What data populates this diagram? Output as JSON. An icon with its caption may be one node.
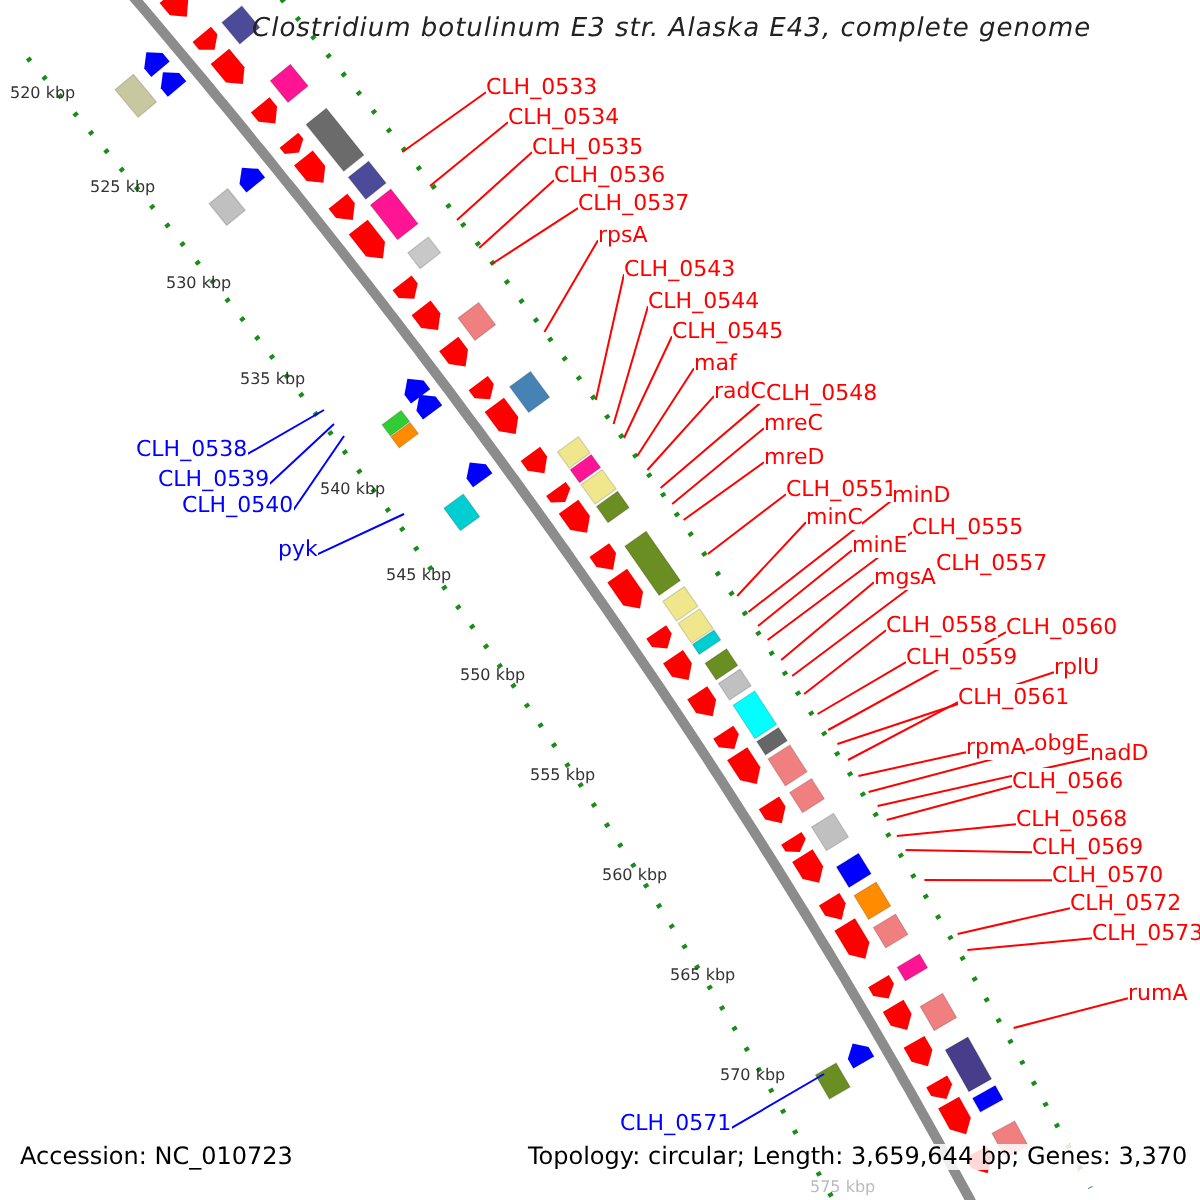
{
  "diagram": {
    "title": "Clostridium botulinum E3 str. Alaska E43, complete genome",
    "nodes": [
      {
        "text": [
          "CLH_0533"
        ]
      },
      {
        "text": [
          "CLH_0534"
        ]
      },
      {
        "text": [
          "CLH_0535"
        ]
      },
      {
        "text": [
          "CLH_0536"
        ]
      },
      {
        "text": [
          "CLH_0537"
        ]
      },
      {
        "text": [
          "rpsA"
        ]
      },
      {
        "text": [
          "CLH_0543"
        ]
      },
      {
        "text": [
          "CLH_0544"
        ]
      },
      {
        "text": [
          "CLH_0545"
        ]
      },
      {
        "text": [
          "maf"
        ]
      },
      {
        "text": [
          "radC"
        ]
      },
      {
        "text": [
          "CLH_0548"
        ]
      },
      {
        "text": [
          "mreC"
        ]
      },
      {
        "text": [
          "mreD"
        ]
      },
      {
        "text": [
          "CLH_0551"
        ]
      },
      {
        "text": [
          "minC"
        ]
      },
      {
        "text": [
          "minD"
        ]
      },
      {
        "text": [
          "minE"
        ]
      },
      {
        "text": [
          "CLH_0555"
        ]
      },
      {
        "text": [
          "mgsA"
        ]
      },
      {
        "text": [
          "CLH_0557"
        ]
      },
      {
        "text": [
          "CLH_0558"
        ]
      },
      {
        "text": [
          "CLH_0559"
        ]
      },
      {
        "text": [
          "CLH_0560"
        ]
      },
      {
        "text": [
          "rplU"
        ]
      },
      {
        "text": [
          "CLH_0561"
        ]
      },
      {
        "text": [
          "rpmA"
        ]
      },
      {
        "text": [
          "obgE"
        ]
      },
      {
        "text": [
          "nadD"
        ]
      },
      {
        "text": [
          "CLH_0566"
        ]
      },
      {
        "text": [
          "CLH_0568"
        ]
      },
      {
        "text": [
          "CLH_0569"
        ]
      },
      {
        "text": [
          "CLH_0570"
        ]
      },
      {
        "text": [
          "CLH_0572"
        ]
      },
      {
        "text": [
          "CLH_0573"
        ]
      },
      {
        "text": [
          "rumA"
        ]
      },
      {
        "text": [
          "CLH_0538"
        ]
      },
      {
        "text": [
          "CLH_0539"
        ]
      },
      {
        "text": [
          "CLH_0540"
        ]
      },
      {
        "text": [
          "pyk"
        ]
      },
      {
        "text": [
          "CLH_0571"
        ]
      }
    ],
    "edges": [
      {
        "from": 0,
        "to": null,
        "arrow": "none"
      },
      {
        "from": 1,
        "to": null,
        "arrow": "none"
      },
      {
        "from": 2,
        "to": null,
        "arrow": "none"
      },
      {
        "from": 3,
        "to": null,
        "arrow": "none"
      },
      {
        "from": 4,
        "to": null,
        "arrow": "none"
      },
      {
        "from": 5,
        "to": null,
        "arrow": "none"
      },
      {
        "from": 6,
        "to": null,
        "arrow": "none"
      },
      {
        "from": 7,
        "to": null,
        "arrow": "none"
      },
      {
        "from": 8,
        "to": null,
        "arrow": "none"
      },
      {
        "from": 9,
        "to": null,
        "arrow": "none"
      },
      {
        "from": 10,
        "to": null,
        "arrow": "none"
      },
      {
        "from": 11,
        "to": null,
        "arrow": "none"
      },
      {
        "from": 12,
        "to": null,
        "arrow": "none"
      },
      {
        "from": 13,
        "to": null,
        "arrow": "none"
      },
      {
        "from": 14,
        "to": null,
        "arrow": "none"
      },
      {
        "from": 15,
        "to": null,
        "arrow": "none"
      },
      {
        "from": 16,
        "to": null,
        "arrow": "none"
      },
      {
        "from": 17,
        "to": null,
        "arrow": "none"
      },
      {
        "from": 18,
        "to": null,
        "arrow": "none"
      },
      {
        "from": 19,
        "to": null,
        "arrow": "none"
      },
      {
        "from": 20,
        "to": null,
        "arrow": "none"
      },
      {
        "from": 21,
        "to": null,
        "arrow": "none"
      },
      {
        "from": 22,
        "to": null,
        "arrow": "none"
      },
      {
        "from": 23,
        "to": null,
        "arrow": "none"
      },
      {
        "from": 24,
        "to": null,
        "arrow": "none"
      },
      {
        "from": 25,
        "to": null,
        "arrow": "none"
      },
      {
        "from": 26,
        "to": null,
        "arrow": "none"
      },
      {
        "from": 27,
        "to": null,
        "arrow": "none"
      },
      {
        "from": 28,
        "to": null,
        "arrow": "none"
      },
      {
        "from": 29,
        "to": null,
        "arrow": "none"
      },
      {
        "from": 30,
        "to": null,
        "arrow": "none"
      },
      {
        "from": 31,
        "to": null,
        "arrow": "none"
      },
      {
        "from": 32,
        "to": null,
        "arrow": "none"
      },
      {
        "from": 33,
        "to": null,
        "arrow": "none"
      },
      {
        "from": 34,
        "to": null,
        "arrow": "none"
      },
      {
        "from": 35,
        "to": null,
        "arrow": "none"
      },
      {
        "from": 36,
        "to": null,
        "arrow": "none",
        "color": "#0000ff"
      },
      {
        "from": 37,
        "to": null,
        "arrow": "none",
        "color": "#0000ff"
      },
      {
        "from": 38,
        "to": null,
        "arrow": "none",
        "color": "#0000ff"
      },
      {
        "from": 39,
        "to": null,
        "arrow": "none",
        "color": "#0000ff"
      },
      {
        "from": 40,
        "to": null,
        "arrow": "none",
        "color": "#0000ff"
      }
    ],
    "labels": [
      "520 kbp",
      "525 kbp",
      "530 kbp",
      "535 kbp",
      "540 kbp",
      "545 kbp",
      "550 kbp",
      "555 kbp",
      "560 kbp",
      "565 kbp",
      "570 kbp",
      "575 kbp",
      "Accession: NC_010723",
      "Topology: circular; Length: 3,659,644 bp; Genes: 3,370"
    ]
  }
}
